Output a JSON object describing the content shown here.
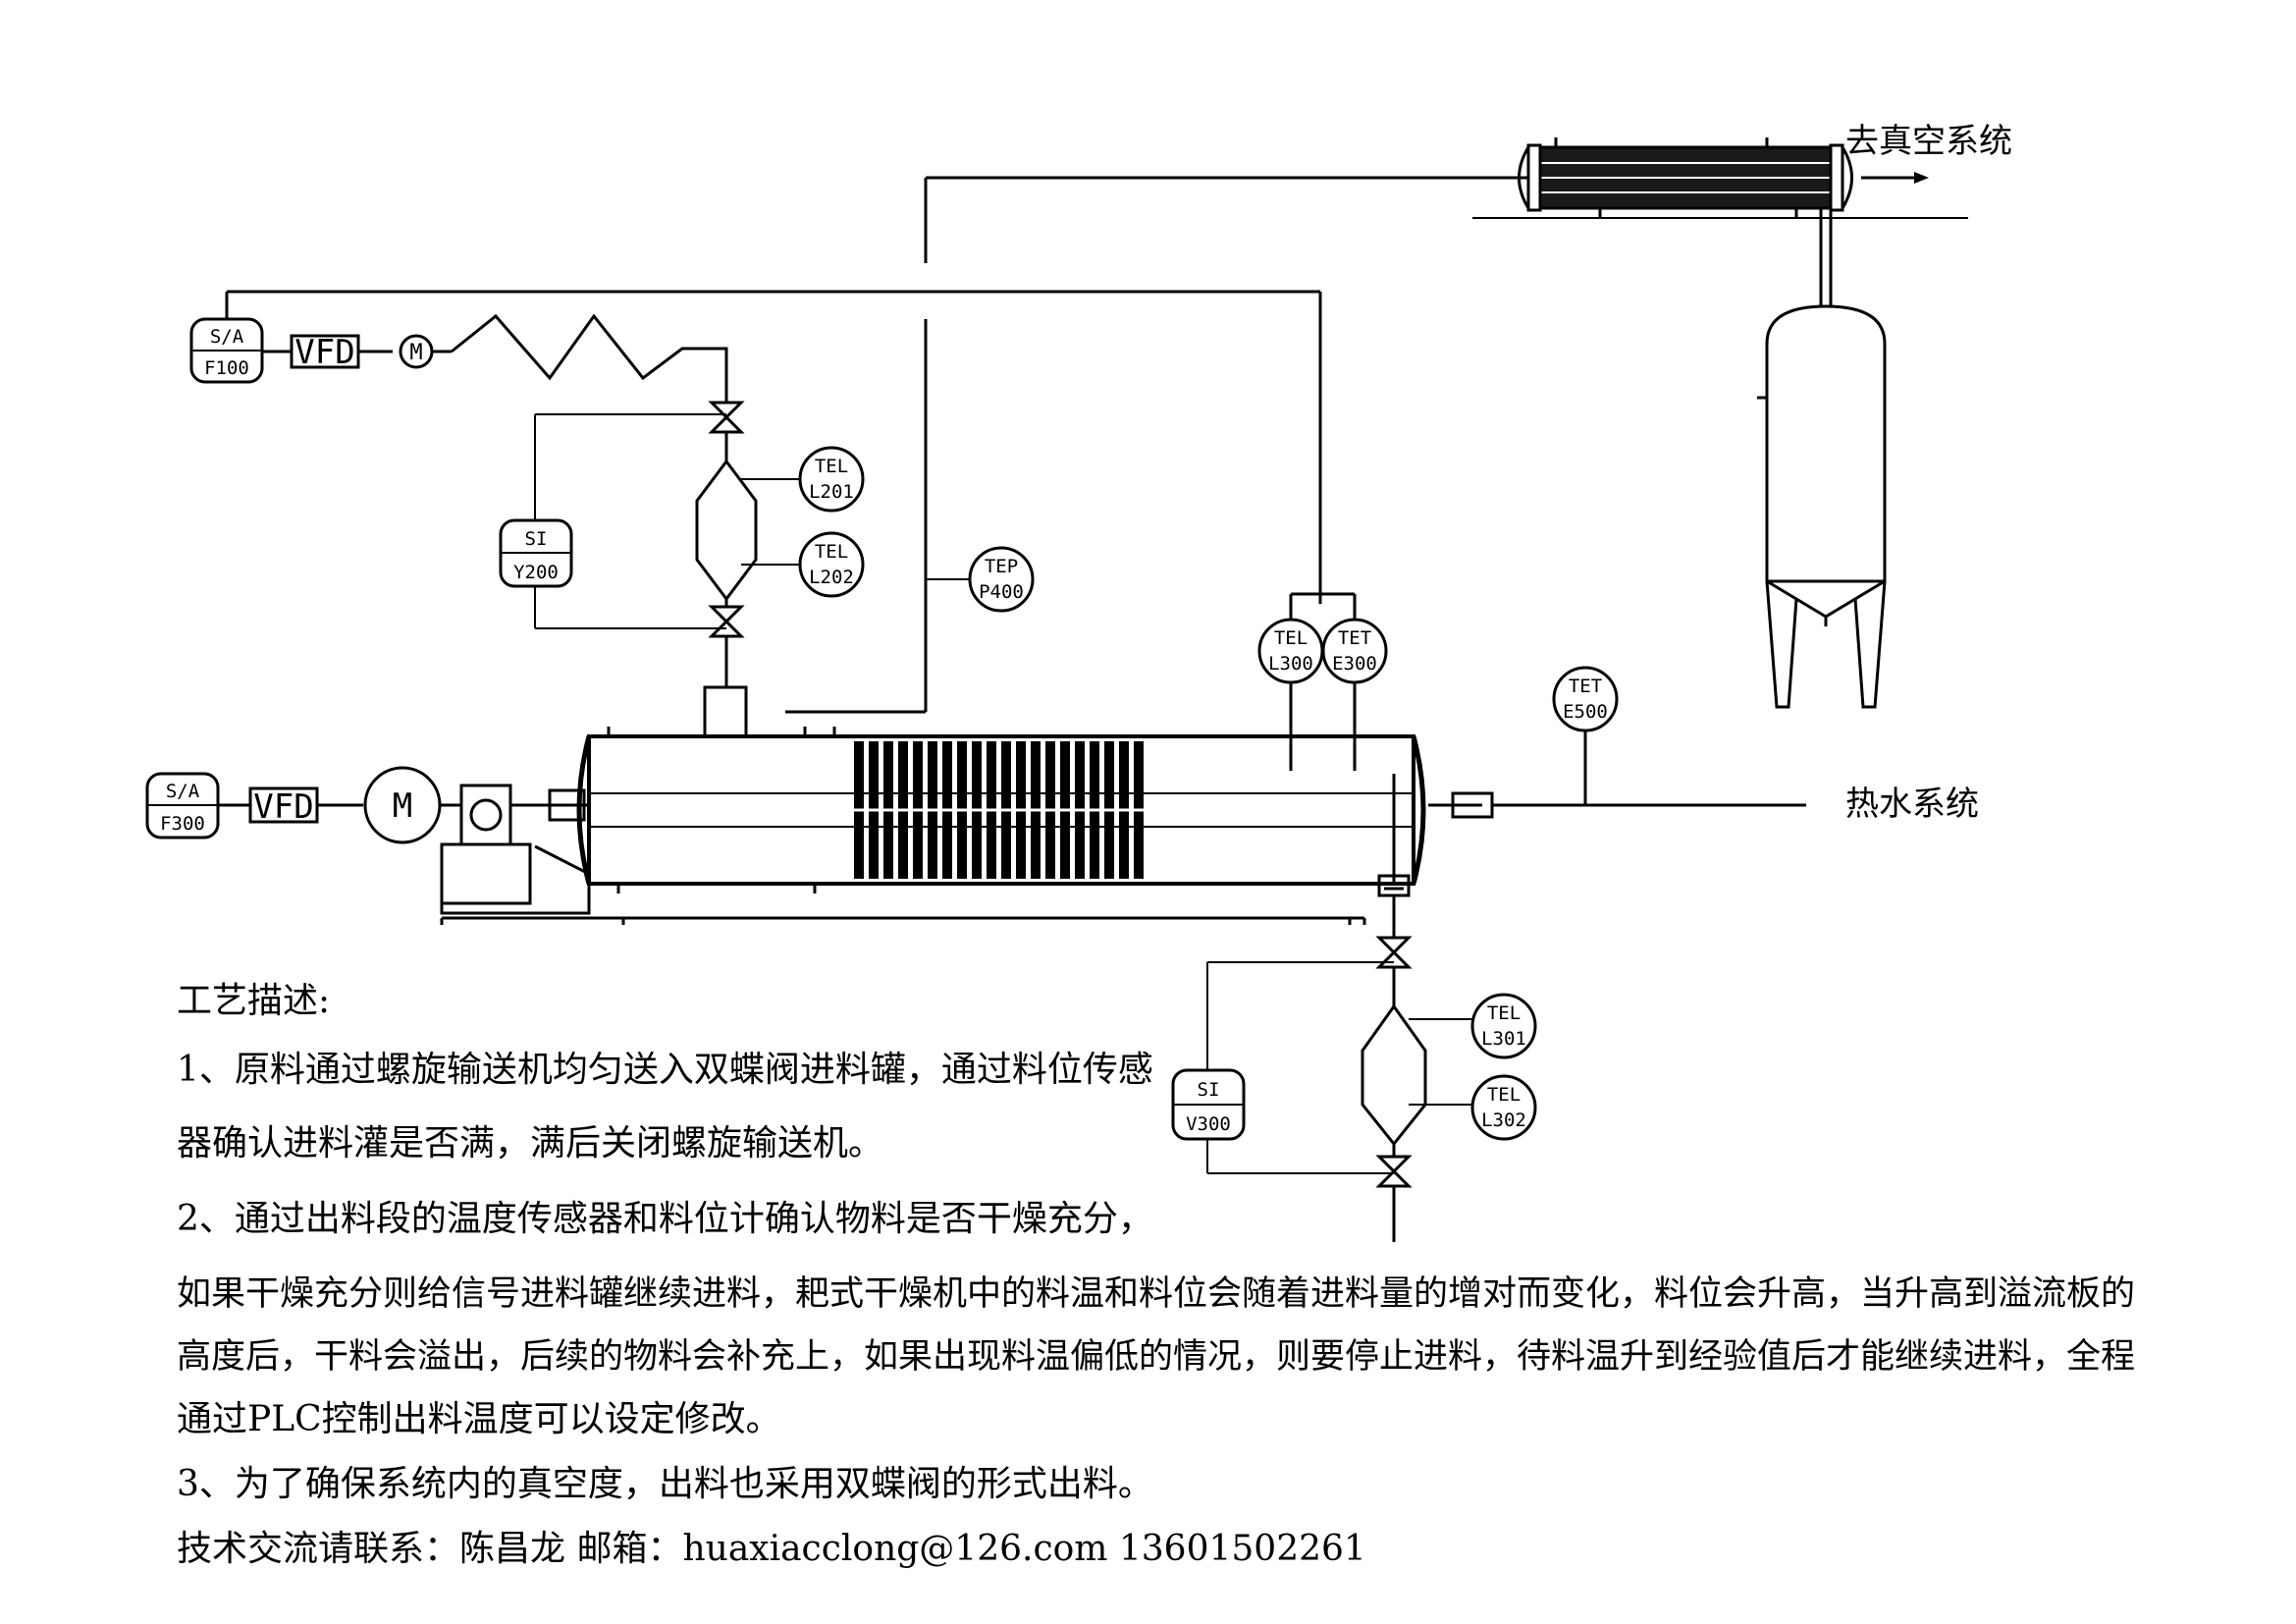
{
  "labels": {
    "vacuum": "去真空系统",
    "hot_water": "热水系统",
    "vfd_top": "VFD",
    "vfd_bottom": "VFD",
    "motor_small": "M",
    "motor_big": "M"
  },
  "instruments": {
    "sa_f100": {
      "top": "S/A",
      "bottom": "F100"
    },
    "sa_f300": {
      "top": "S/A",
      "bottom": "F300"
    },
    "si_y200": {
      "top": "SI",
      "bottom": "Y200"
    },
    "si_y300": {
      "top": "SI",
      "bottom": "V300"
    },
    "tel_l201": {
      "top": "TEL",
      "bottom": "L201"
    },
    "tel_l202": {
      "top": "TEL",
      "bottom": "L202"
    },
    "tep_p400": {
      "top": "TEP",
      "bottom": "P400"
    },
    "tel_l300": {
      "top": "TEL",
      "bottom": "L300"
    },
    "tet_e300": {
      "top": "TET",
      "bottom": "E300"
    },
    "tet_e500": {
      "top": "TET",
      "bottom": "E500"
    },
    "tel_l301": {
      "top": "TEL",
      "bottom": "L301"
    },
    "tel_l302": {
      "top": "TEL",
      "bottom": "L302"
    }
  },
  "description": {
    "heading": "工艺描述:",
    "line1": "1、原料通过螺旋输送机均匀送入双蝶阀进料罐，通过料位传感",
    "line2": "器确认进料灌是否满，满后关闭螺旋输送机。",
    "line3": "2、通过出料段的温度传感器和料位计确认物料是否干燥充分，",
    "line4": "如果干燥充分则给信号进料罐继续进料，耙式干燥机中的料温和料位会随着进料量的增对而变化，料位会升高，当升高到溢流板的",
    "line5": "高度后，干料会溢出，后续的物料会补充上，如果出现料温偏低的情况，则要停止进料，待料温升到经验值后才能继续进料，全程",
    "line6": "通过PLC控制出料温度可以设定修改。",
    "line7": "3、为了确保系统内的真空度，出料也采用双蝶阀的形式出料。",
    "contact": "技术交流请联系：陈昌龙   邮箱：huaxiacclong@126.com   13601502261"
  }
}
